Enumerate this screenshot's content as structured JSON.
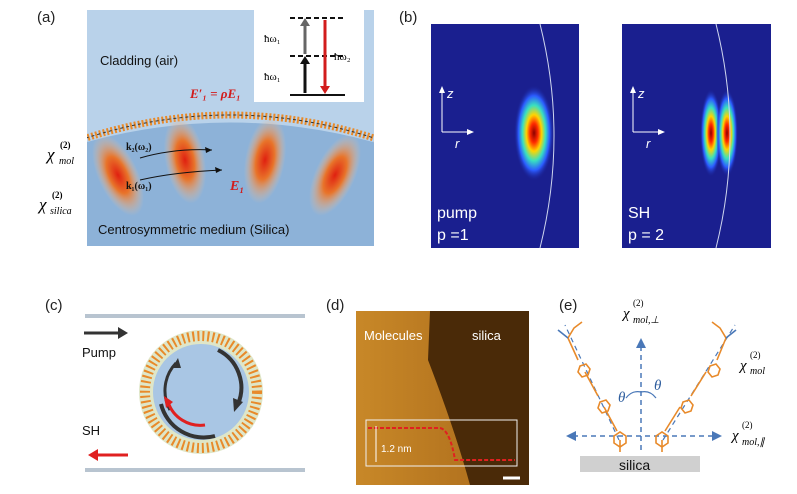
{
  "panels": {
    "a": {
      "label": "(a)",
      "cladding": "Cladding (air)",
      "medium": "Centrosymmetric medium (Silica)",
      "chi_mol_main": "χ",
      "chi_mol_sup": "(2)",
      "chi_mol_sub": "mol",
      "chi_silica_main": "χ",
      "chi_silica_sup": "(2)",
      "chi_silica_sub": "silica",
      "field_eq": "E′₁ = ρE₁",
      "field_E1": "E₁",
      "k2": "k₂(ω₂)",
      "k1": "k₁(ω₁)",
      "hw1_top": "ħω₁",
      "hw1_bottom": "ħω₁",
      "hw2": "ħω₂"
    },
    "b": {
      "label": "(b)",
      "axis_z": "z",
      "axis_r": "r",
      "pump_name": "pump",
      "pump_p": "p =1",
      "sh_name": "SH",
      "sh_p": "p = 2"
    },
    "c": {
      "label": "(c)",
      "pump": "Pump",
      "sh": "SH"
    },
    "d": {
      "label": "(d)",
      "molecules": "Molecules",
      "silica": "silica",
      "step": "1.2 nm"
    },
    "e": {
      "label": "(e)",
      "chi_perp_main": "χ",
      "chi_perp_sup": "(2)",
      "chi_perp_sub": "mol,⊥",
      "chi_mol_main": "χ",
      "chi_mol_sup": "(2)",
      "chi_mol_sub": "mol",
      "chi_par_main": "χ",
      "chi_par_sup": "(2)",
      "chi_par_sub": "mol,∥",
      "theta_left": "θ",
      "theta_right": "θ",
      "substrate": "silica"
    }
  },
  "colors": {
    "silica_blue": "#8db2d8",
    "cladding_blue": "#b9d2ea",
    "field_red": "#d21c1c",
    "molecule_orange": "#e88a2a",
    "map_background": "#1a1f8f",
    "afm_orange": "#c98a2a"
  }
}
